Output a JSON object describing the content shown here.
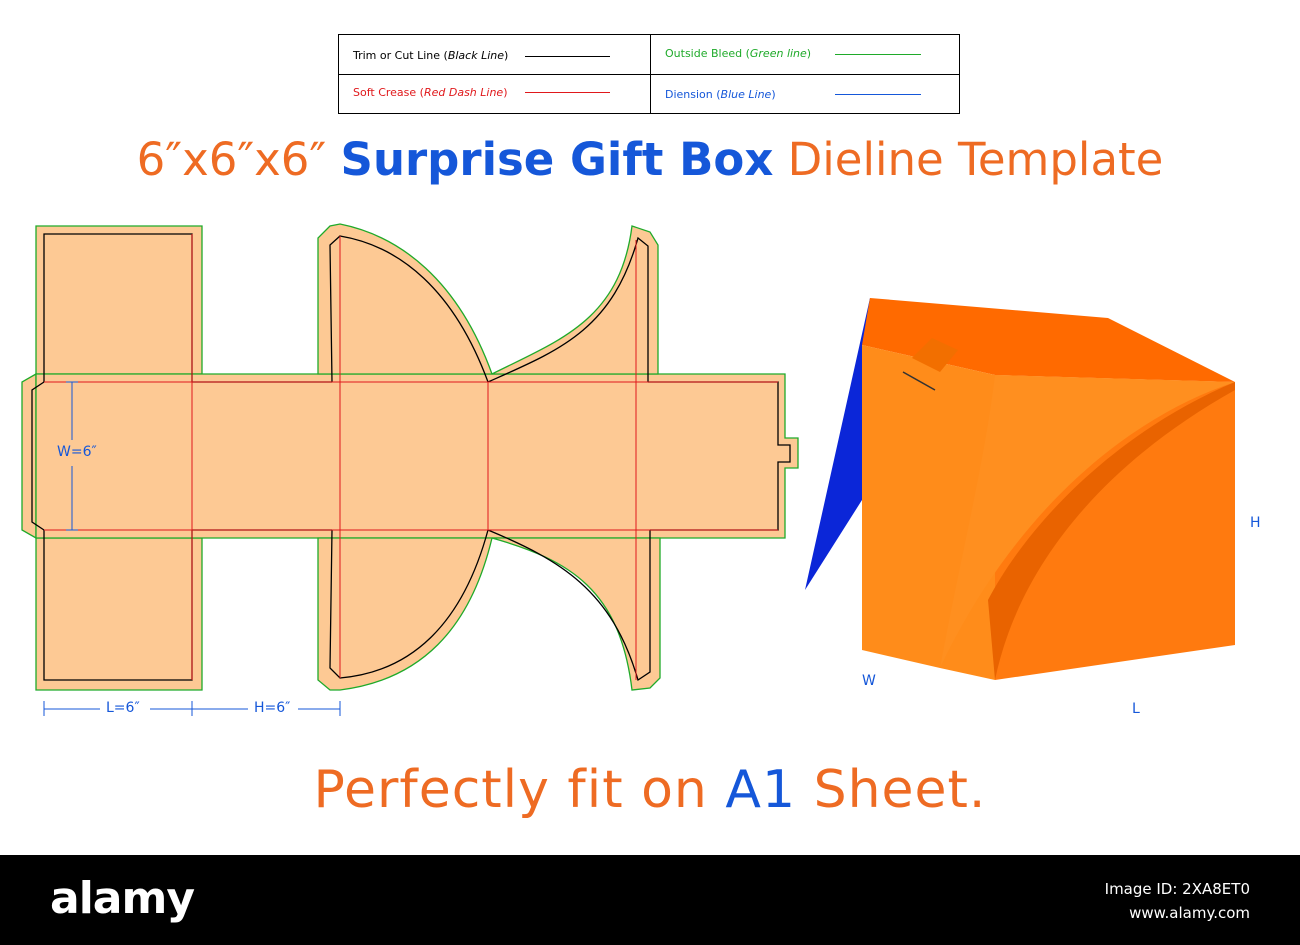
{
  "legend": {
    "trim_label": "Trim or Cut  Line (",
    "trim_em": "Black Line",
    "trim_end": ")",
    "bleed_label": "Outside Bleed (",
    "bleed_em": "Green line",
    "bleed_end": ")",
    "crease_label": "Soft Crease (",
    "crease_em": "Red  Dash Line",
    "crease_end": ")",
    "dim_label": "Diension (",
    "dim_em": "Blue Line",
    "dim_end": ")",
    "colors": {
      "trim": "#000000",
      "bleed": "#1faa2a",
      "crease": "#e0181b",
      "dim": "#1557d9"
    }
  },
  "title": {
    "size": "6″x6″x6″",
    "name": "Surprise Gift Box",
    "suffix": "Dieline Template"
  },
  "dimensions": {
    "width": "W=6″",
    "length": "L=6″",
    "height": "H=6″",
    "box_h": "H",
    "box_w": "W",
    "box_l": "L"
  },
  "subtitle": {
    "pre": "Perfectly fit on ",
    "sheet": "A1",
    "post": " Sheet."
  },
  "footer": {
    "brand": "alamy",
    "image_id": "Image ID: 2XA8ET0",
    "site": "www.alamy.com"
  },
  "colors": {
    "fill": "#fdc994",
    "orange_light": "#ff8c1a",
    "orange_mid": "#ff7a0f",
    "orange_dark": "#ff6a00",
    "blue_flap": "#0b26d8",
    "accent_orange": "#ee6b23",
    "accent_blue": "#1557d9"
  }
}
